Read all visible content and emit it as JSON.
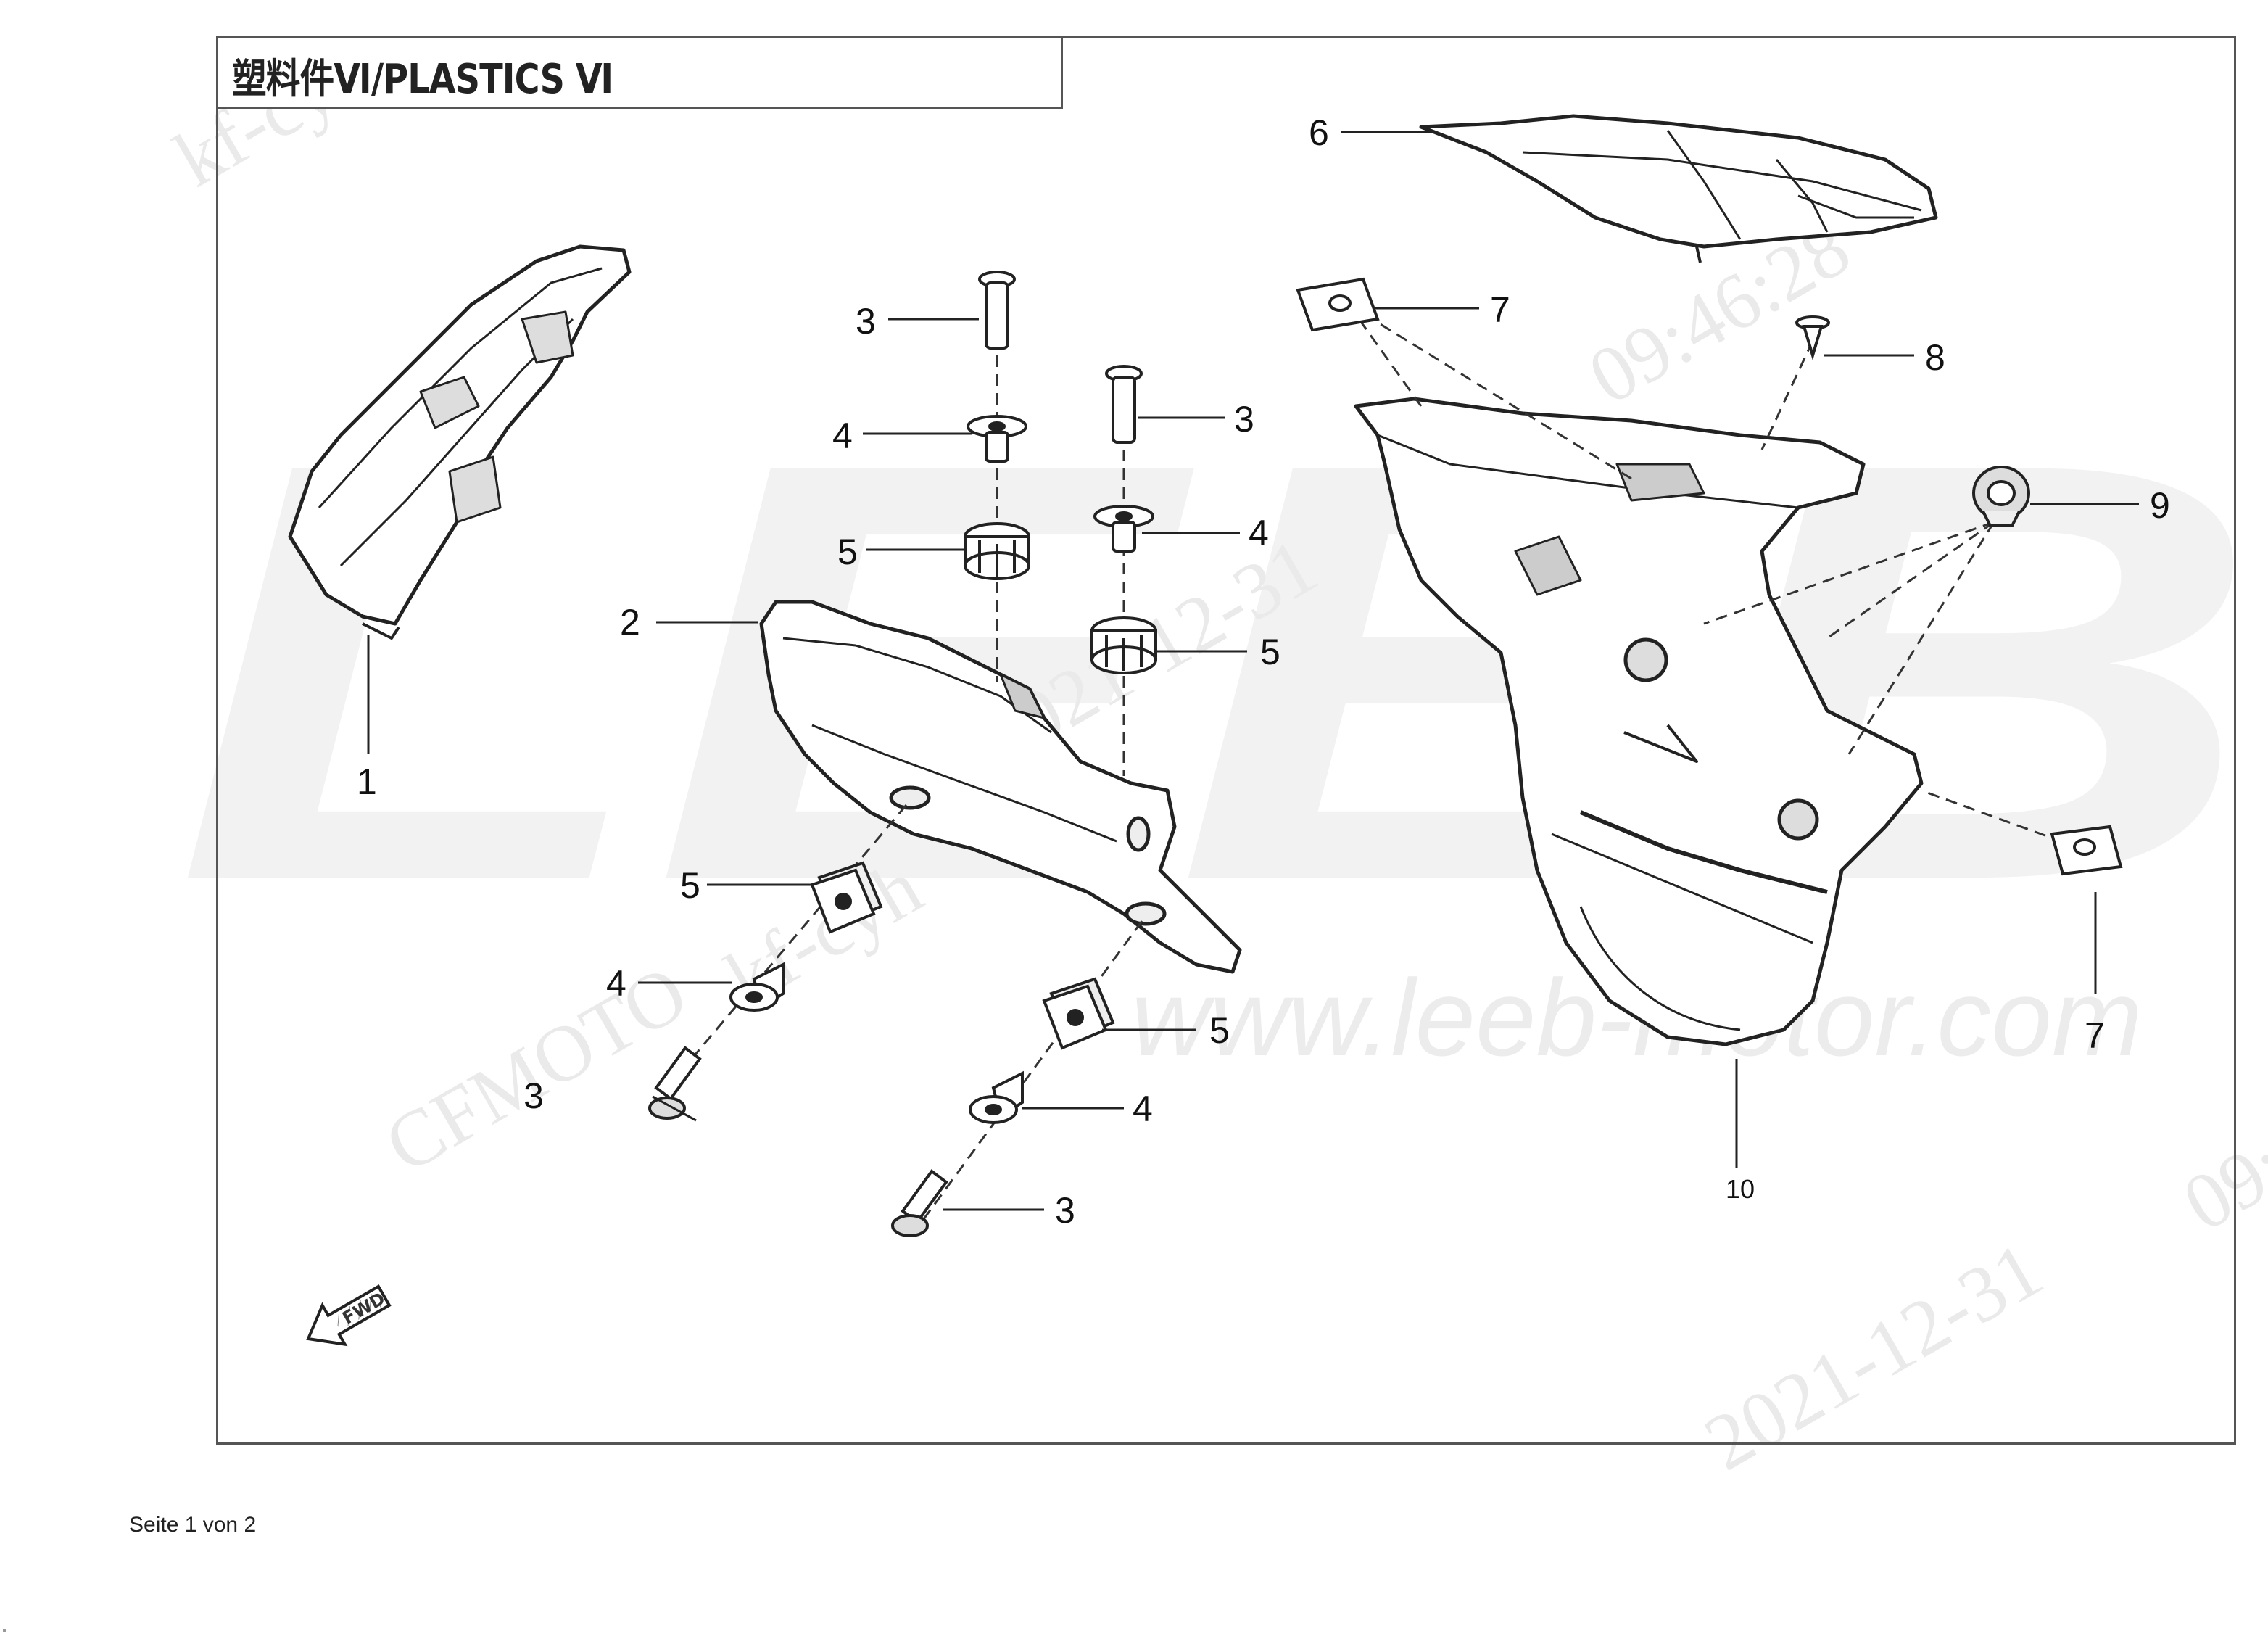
{
  "title": "塑料件Ⅵ/PLASTICS Ⅵ",
  "footer_text": "Seite 1 von 2",
  "fwd_label": "FWD",
  "watermarks": {
    "brand_large": "LEEB",
    "url": "www.leeb-motor.com",
    "stamp_user": "kf-cyh",
    "stamp_brand": "CFMOTO",
    "stamp_date": "2021-12-31",
    "stamp_time": "09:46:28"
  },
  "callouts": [
    {
      "label": "1"
    },
    {
      "label": "2"
    },
    {
      "label": "3"
    },
    {
      "label": "3"
    },
    {
      "label": "3"
    },
    {
      "label": "3"
    },
    {
      "label": "4"
    },
    {
      "label": "4"
    },
    {
      "label": "4"
    },
    {
      "label": "4"
    },
    {
      "label": "5"
    },
    {
      "label": "5"
    },
    {
      "label": "5"
    },
    {
      "label": "5"
    },
    {
      "label": "6"
    },
    {
      "label": "7"
    },
    {
      "label": "7"
    },
    {
      "label": "8"
    },
    {
      "label": "9"
    },
    {
      "label": "10"
    }
  ],
  "parts": [
    {
      "number": "1",
      "icon": "side-cover-icon"
    },
    {
      "number": "2",
      "icon": "bracket-panel-icon"
    },
    {
      "number": "3",
      "icon": "bolt-icon"
    },
    {
      "number": "4",
      "icon": "collar-bushing-icon"
    },
    {
      "number": "5",
      "icon": "rubber-grommet-icon"
    },
    {
      "number": "6",
      "icon": "tail-cover-icon"
    },
    {
      "number": "7",
      "icon": "clip-nut-icon"
    },
    {
      "number": "8",
      "icon": "push-rivet-icon"
    },
    {
      "number": "9",
      "icon": "grommet-washer-icon"
    },
    {
      "number": "10",
      "icon": "rear-fender-icon"
    }
  ],
  "colors": {
    "frame": "#555555",
    "line": "#222222",
    "watermark": "#f0f0f0"
  }
}
